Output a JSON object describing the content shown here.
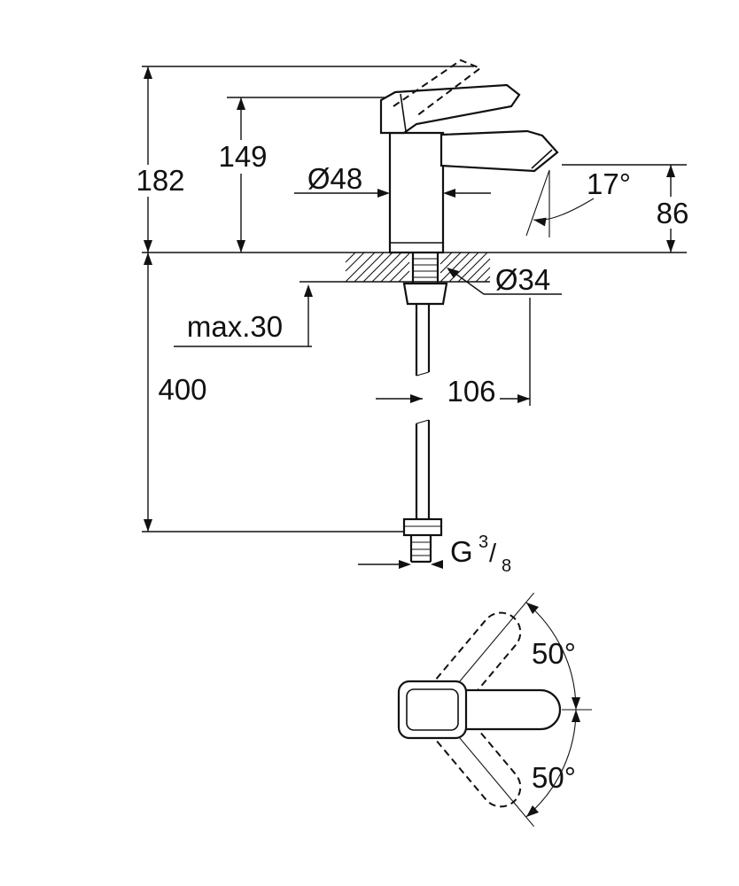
{
  "drawing": {
    "type": "faucet-technical-dimension-drawing",
    "labels": {
      "overall_height": "182",
      "handle_top_height": "149",
      "body_diameter": "Ø48",
      "spout_angle": "17°",
      "spout_outlet_height": "86",
      "mounting_hole_diameter": "Ø34",
      "max_deck_thickness": "max.30",
      "supply_length": "400",
      "spout_reach": "106",
      "thread": {
        "g": "G",
        "numerator": "3",
        "slash": "/",
        "denominator": "8"
      },
      "handle_swing_upper": "50°",
      "handle_swing_lower": "50°"
    },
    "colors": {
      "ink": "#111111",
      "paper": "#ffffff"
    }
  }
}
